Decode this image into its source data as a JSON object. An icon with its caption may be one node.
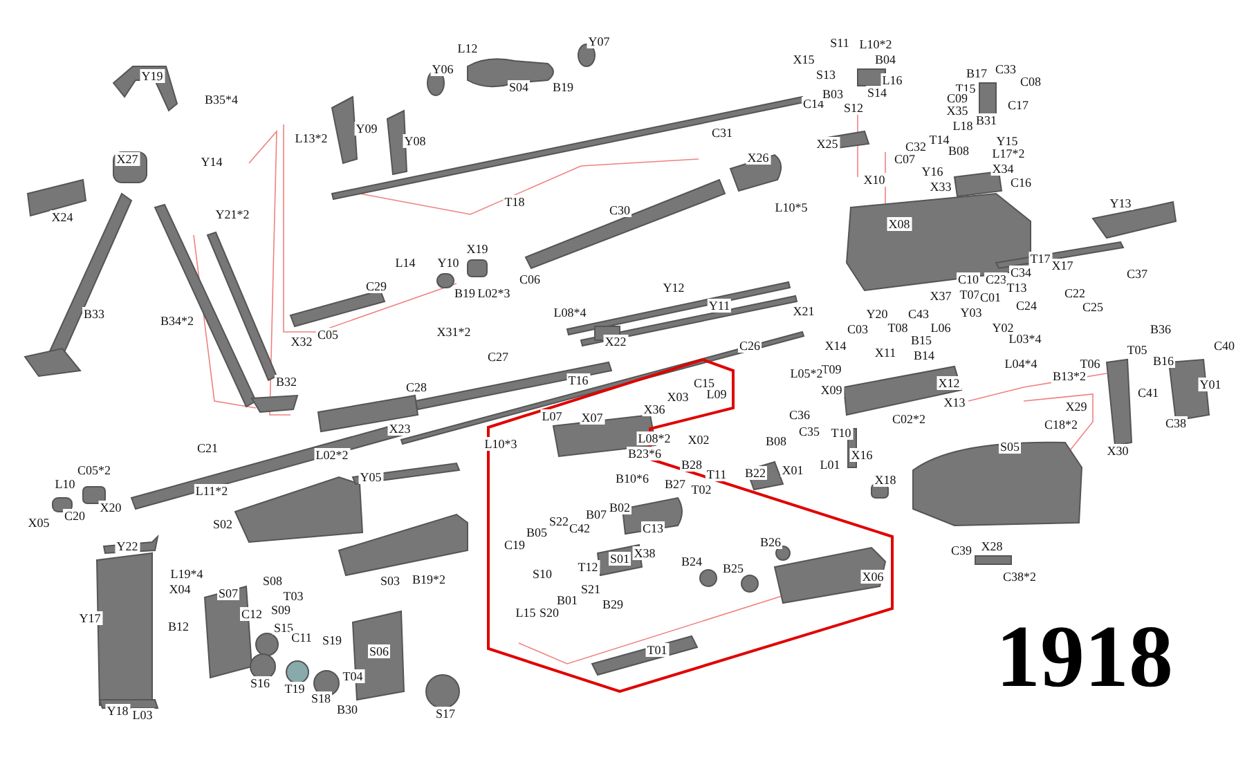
{
  "diagram": {
    "title": "1918",
    "labels": [
      "Y19",
      "B35*4",
      "L12",
      "Y07",
      "Y06",
      "S04",
      "B19",
      "X15",
      "S11",
      "L10*2",
      "B04",
      "S13",
      "L16",
      "C33",
      "C08",
      "B17",
      "T15",
      "C09",
      "X35",
      "C17",
      "C14",
      "B03",
      "S12",
      "S14",
      "X27",
      "Y14",
      "L13*2",
      "Y09",
      "Y08",
      "C31",
      "B31",
      "L18",
      "Y15",
      "X25",
      "C32",
      "T14",
      "B08",
      "L17*2",
      "C07",
      "X26",
      "Y16",
      "X34",
      "X10",
      "X33",
      "C16",
      "T18",
      "L10*5",
      "Y13",
      "C30",
      "X24",
      "Y21*2",
      "X08",
      "X19",
      "T17",
      "Y10",
      "L14",
      "X17",
      "C34",
      "C06",
      "C10",
      "C23",
      "C29",
      "Y12",
      "T13",
      "B19",
      "L02*3",
      "T07",
      "C22",
      "X37",
      "C01",
      "C25",
      "Y11",
      "C24",
      "X21",
      "L08*4",
      "B33",
      "Y03",
      "Y20",
      "C43",
      "B34*2",
      "T08",
      "L06",
      "Y02",
      "C03",
      "X31*2",
      "C05",
      "B15",
      "L03*4",
      "X32",
      "X22",
      "C26",
      "X14",
      "C37",
      "B36",
      "C40",
      "X11",
      "T05",
      "B14",
      "B16",
      "C27",
      "L04*4",
      "T06",
      "T09",
      "L05*2",
      "B13*2",
      "T16",
      "B32",
      "C15",
      "X12",
      "Y01",
      "C28",
      "X09",
      "C41",
      "L09",
      "X03",
      "X13",
      "X29",
      "X36",
      "C36",
      "L07",
      "X07",
      "C02*2",
      "C38",
      "C18*2",
      "X23",
      "T10",
      "C35",
      "L08*2",
      "X02",
      "B08",
      "L10*3",
      "S05",
      "C21",
      "X30",
      "B23*6",
      "L02*2",
      "X16",
      "B28",
      "L01",
      "C05*2",
      "X01",
      "B22",
      "T11",
      "Y05",
      "B10*6",
      "X18",
      "L10",
      "B27",
      "T02",
      "L11*2",
      "X20",
      "B02",
      "C20",
      "B07",
      "X05",
      "S02",
      "S22",
      "C42",
      "C13",
      "B05",
      "C19",
      "B26",
      "Y22",
      "X28",
      "C39",
      "X38",
      "S01",
      "B24",
      "T12",
      "B25",
      "L19*4",
      "S10",
      "X06",
      "C38*2",
      "S03",
      "S08",
      "B19*2",
      "X04",
      "S07",
      "S21",
      "T03",
      "B01",
      "B29",
      "S09",
      "L15",
      "S20",
      "C12",
      "Y17",
      "B12",
      "S15",
      "C11",
      "S19",
      "T01",
      "S06",
      "T04",
      "S16",
      "T19",
      "S18",
      "B30",
      "Y18",
      "L03",
      "S17"
    ]
  }
}
